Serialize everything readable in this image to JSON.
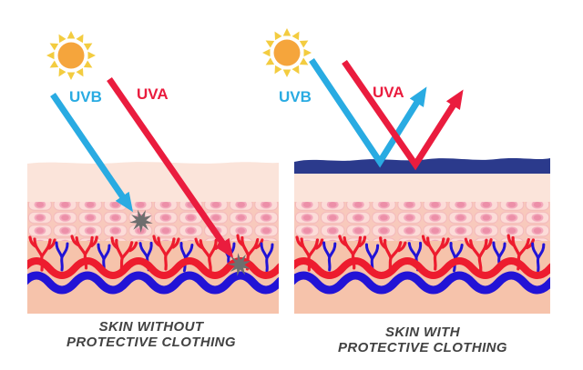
{
  "left_panel": {
    "uvb_label": "UVB",
    "uva_label": "UVA",
    "caption_line1": "SKIN WITHOUT",
    "caption_line2": "PROTECTIVE CLOTHING"
  },
  "right_panel": {
    "uvb_label": "UVB",
    "uva_label": "UVA",
    "caption_line1": "SKIN WITH",
    "caption_line2": "PROTECTIVE CLOTHING"
  },
  "icons": {
    "sun": "sun-icon",
    "damage": "damage-starburst-icon"
  },
  "colors": {
    "background": "#ffffff",
    "uvb": "#29abe2",
    "uva": "#ea1c3e",
    "sun_core": "#f5a53c",
    "sun_rays": "#f3cc40",
    "fabric": "#2b3a8c",
    "epidermis": "#fbe4da",
    "cell_band": "#f8c9bc",
    "cell_fill": "#fcdcd8",
    "cell_stroke": "#f3b8ba",
    "nucleus_outer": "#f3a9bc",
    "nucleus_inner": "#ec8fa8",
    "dermis": "#f6c3ab",
    "artery": "#ed1c2e",
    "vein": "#2213d6",
    "damage_star": "#6e6e6e",
    "caption_text": "#424242"
  }
}
